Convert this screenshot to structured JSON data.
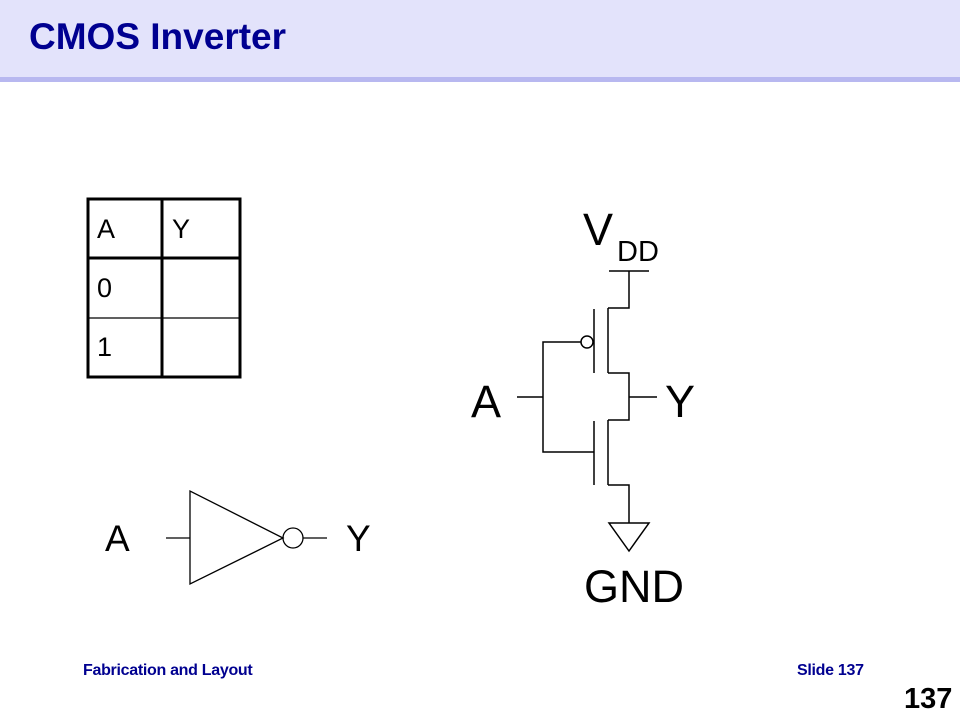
{
  "slide": {
    "title": "CMOS Inverter",
    "footer_left": "Fabrication and Layout",
    "footer_right": "Slide 137",
    "page_number": "137"
  },
  "truth_table": {
    "headers": [
      "A",
      "Y"
    ],
    "rows": [
      [
        "0",
        ""
      ],
      [
        "1",
        ""
      ]
    ]
  },
  "inverter_symbol": {
    "input": "A",
    "output": "Y"
  },
  "schematic": {
    "input": "A",
    "output": "Y",
    "supply": "V",
    "supply_sub": "DD",
    "ground": "GND"
  },
  "colors": {
    "title": "#000090",
    "header_bg": "#e3e3fb",
    "header_stripe": "#b8b8f0"
  }
}
